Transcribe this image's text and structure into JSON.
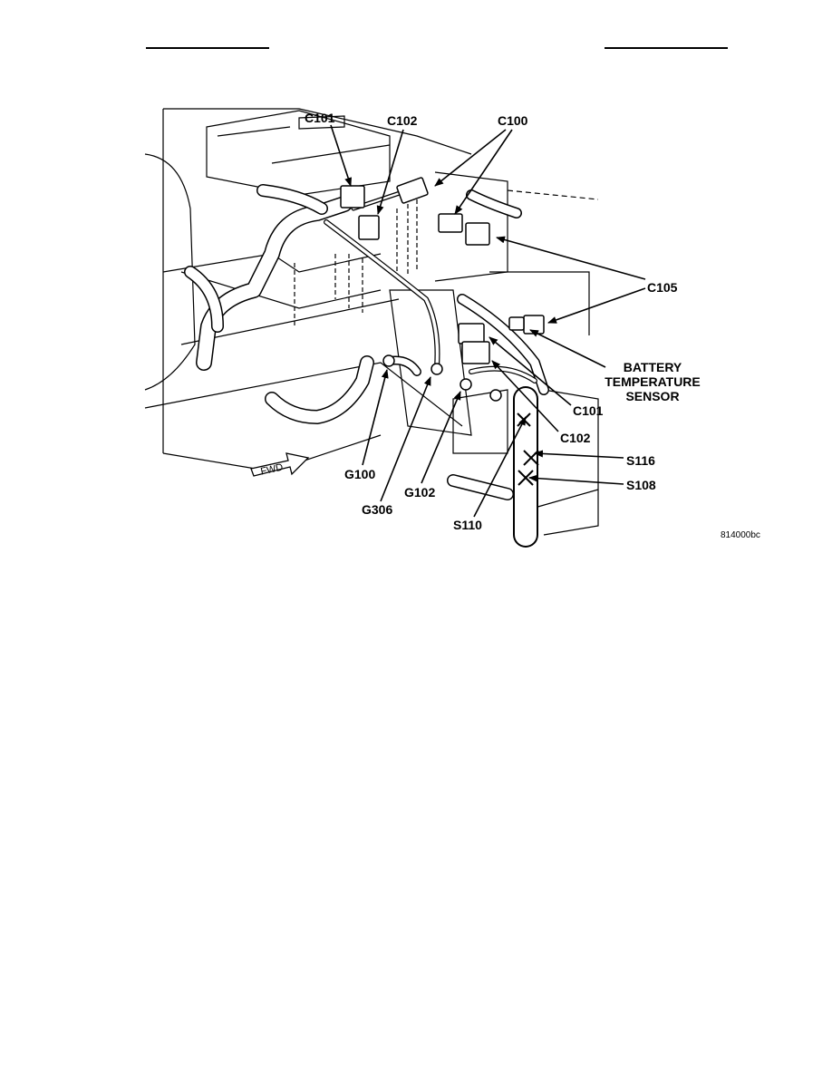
{
  "labels": {
    "c101_top": "C101",
    "c102_top": "C102",
    "c100": "C100",
    "c105": "C105",
    "battery_temp_line1": "BATTERY",
    "battery_temp_line2": "TEMPERATURE",
    "battery_temp_line3": "SENSOR",
    "c101_right": "C101",
    "c102_right": "C102",
    "s116": "S116",
    "s108": "S108",
    "g100": "G100",
    "g306": "G306",
    "g102": "G102",
    "s110": "S110",
    "fwd": "FWD"
  },
  "figure_code": "814000bc"
}
